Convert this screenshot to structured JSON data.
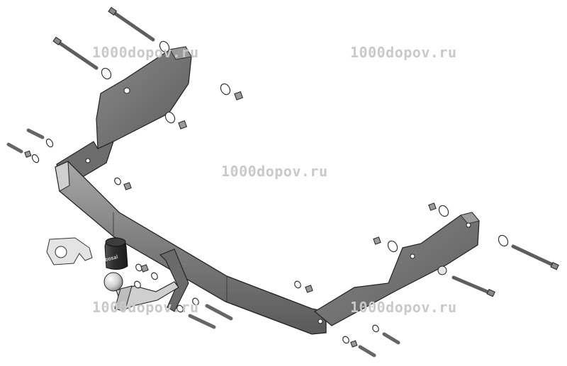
{
  "watermarks": [
    "1000dopov.ru",
    "1000dopov.ru",
    "1000dopov.ru",
    "1000dopov.ru",
    "1000dopov.ru"
  ],
  "ball_cover_brand": "bosal",
  "colors": {
    "metal": "#7b7b7b",
    "metal_dark": "#4f4f4f",
    "metal_light": "#b3b3b3",
    "outline": "#222222",
    "watermark": "#c9c9c9"
  }
}
